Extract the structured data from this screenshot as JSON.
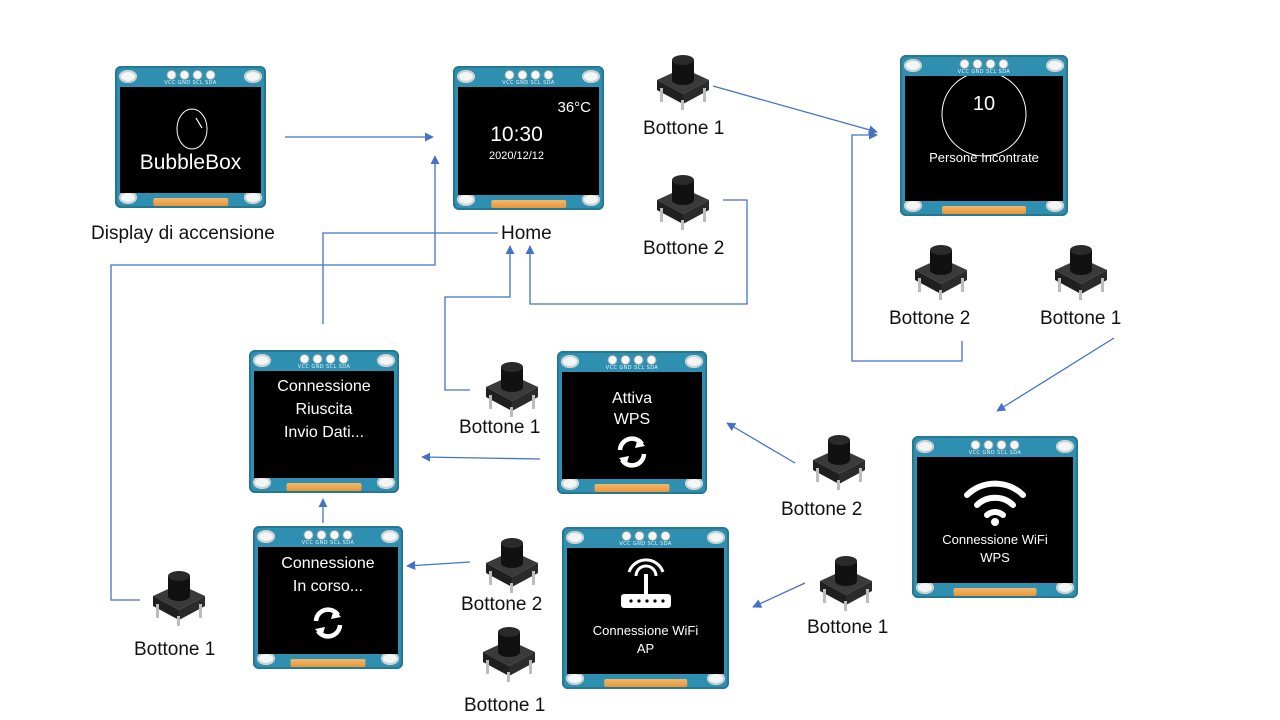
{
  "screens": {
    "boot": {
      "title": "BubbleBox",
      "pins": "VCC GND SCL SDA",
      "caption": "Display di accensione"
    },
    "home": {
      "temp": "36°C",
      "time": "10:30",
      "date": "2020/12/12",
      "caption": "Home"
    },
    "counter": {
      "count": "10",
      "label": "Persone Incontrate"
    },
    "wifi_wps": {
      "line1": "Connessione WiFi",
      "line2": "WPS"
    },
    "attiva_wps": {
      "line1": "Attiva",
      "line2": "WPS"
    },
    "conn_ok": {
      "line1": "Connessione",
      "line2": "Riuscita",
      "line3": "Invio Dati..."
    },
    "conn_progress": {
      "line1": "Connessione",
      "line2": "In corso..."
    },
    "wifi_ap": {
      "line1": "Connessione WiFi",
      "line2": "AP"
    }
  },
  "buttons": {
    "btn1": "Bottone 1",
    "btn2": "Bottone 2"
  },
  "icons": [
    "egg-icon",
    "wifi-icon",
    "sync-icon",
    "router-icon",
    "push-button-icon",
    "circle-ring-icon"
  ],
  "colors": {
    "arrow": "#4472c4",
    "pcb": "#2f8fb0",
    "screen": "#000000",
    "text": "#111111"
  }
}
